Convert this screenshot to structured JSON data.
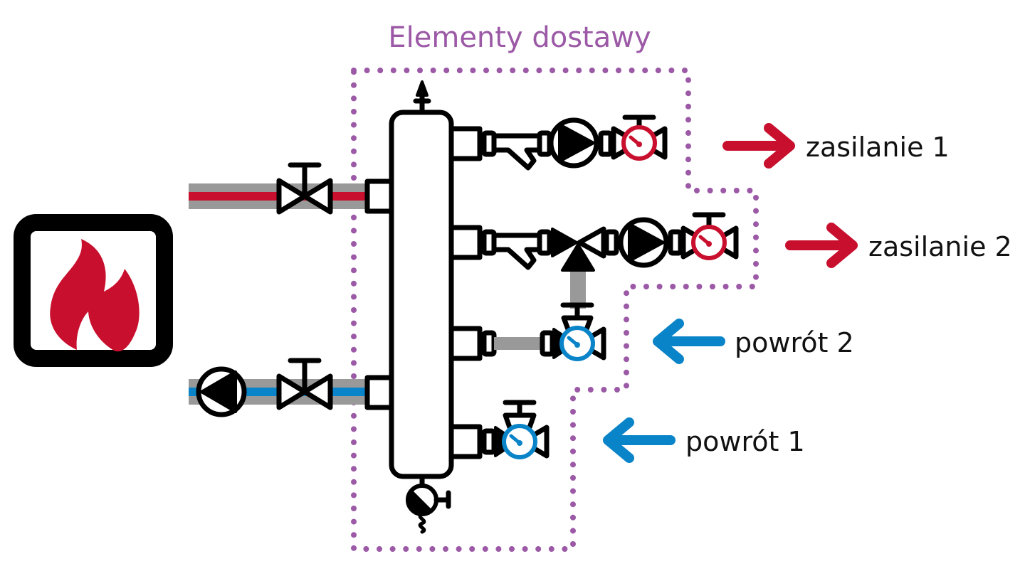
{
  "title": "Elementy dostawy",
  "colors": {
    "supply": "#c8102e",
    "return": "#0a84c8",
    "boundary": "#9b59a6",
    "pipe": "#999999",
    "symbol": "#000000",
    "background": "#ffffff"
  },
  "heat_source": {
    "icon": "flame-icon"
  },
  "outputs": [
    {
      "id": "supply-1",
      "label": "zasilanie 1",
      "direction": "out",
      "icon": "arrow-right-icon"
    },
    {
      "id": "supply-2",
      "label": "zasilanie 2",
      "direction": "out",
      "icon": "arrow-right-icon"
    },
    {
      "id": "return-2",
      "label": "powrót 2",
      "direction": "in",
      "icon": "arrow-left-icon"
    },
    {
      "id": "return-1",
      "label": "powrót 1",
      "direction": "in",
      "icon": "arrow-left-icon"
    }
  ],
  "components": [
    "hydraulic-separator",
    "air-vent",
    "drain-valve",
    "strainer",
    "circulation-pump",
    "ball-valve-with-thermometer",
    "three-way-mixing-valve",
    "shutoff-valve"
  ]
}
